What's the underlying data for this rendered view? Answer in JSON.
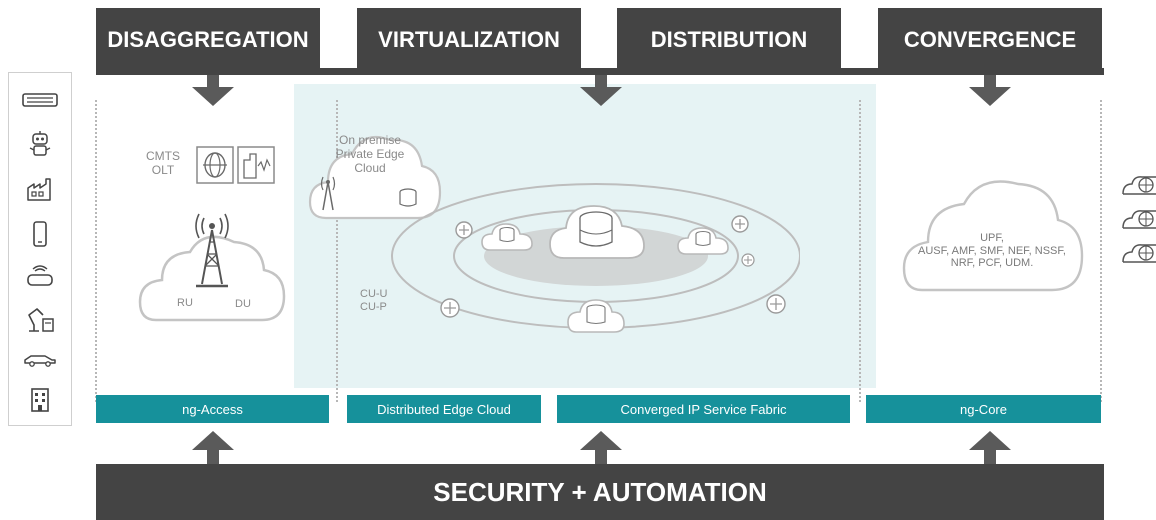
{
  "headers": [
    "DISAGGREGATION",
    "VIRTUALIZATION",
    "DISTRIBUTION",
    "CONVERGENCE"
  ],
  "sections": {
    "access": {
      "label": "ng-Access",
      "cmts_olt": "CMTS\nOLT",
      "ru": "RU",
      "du": "DU"
    },
    "edge": {
      "label": "Distributed Edge Cloud",
      "premise_cloud": "On premise\nPrivate Edge\nCloud",
      "cu": "CU-U\nCU-P"
    },
    "fabric": {
      "label": "Converged IP Service Fabric"
    },
    "core": {
      "label": "ng-Core",
      "functions": "UPF,\nAUSF, AMF, SMF, NEF, NSSF,\nNRF, PCF, UDM."
    }
  },
  "footer": "SECURITY +  AUTOMATION",
  "devices": [
    "server-icon",
    "robot-icon",
    "factory-icon",
    "smartphone-icon",
    "vr-headset-icon",
    "robot-arm-icon",
    "car-icon",
    "building-icon"
  ],
  "colors": {
    "dark": "#444444",
    "teal": "#16919b",
    "edge_panel": "#e6f3f4",
    "line_gray": "#b0b0b0"
  }
}
